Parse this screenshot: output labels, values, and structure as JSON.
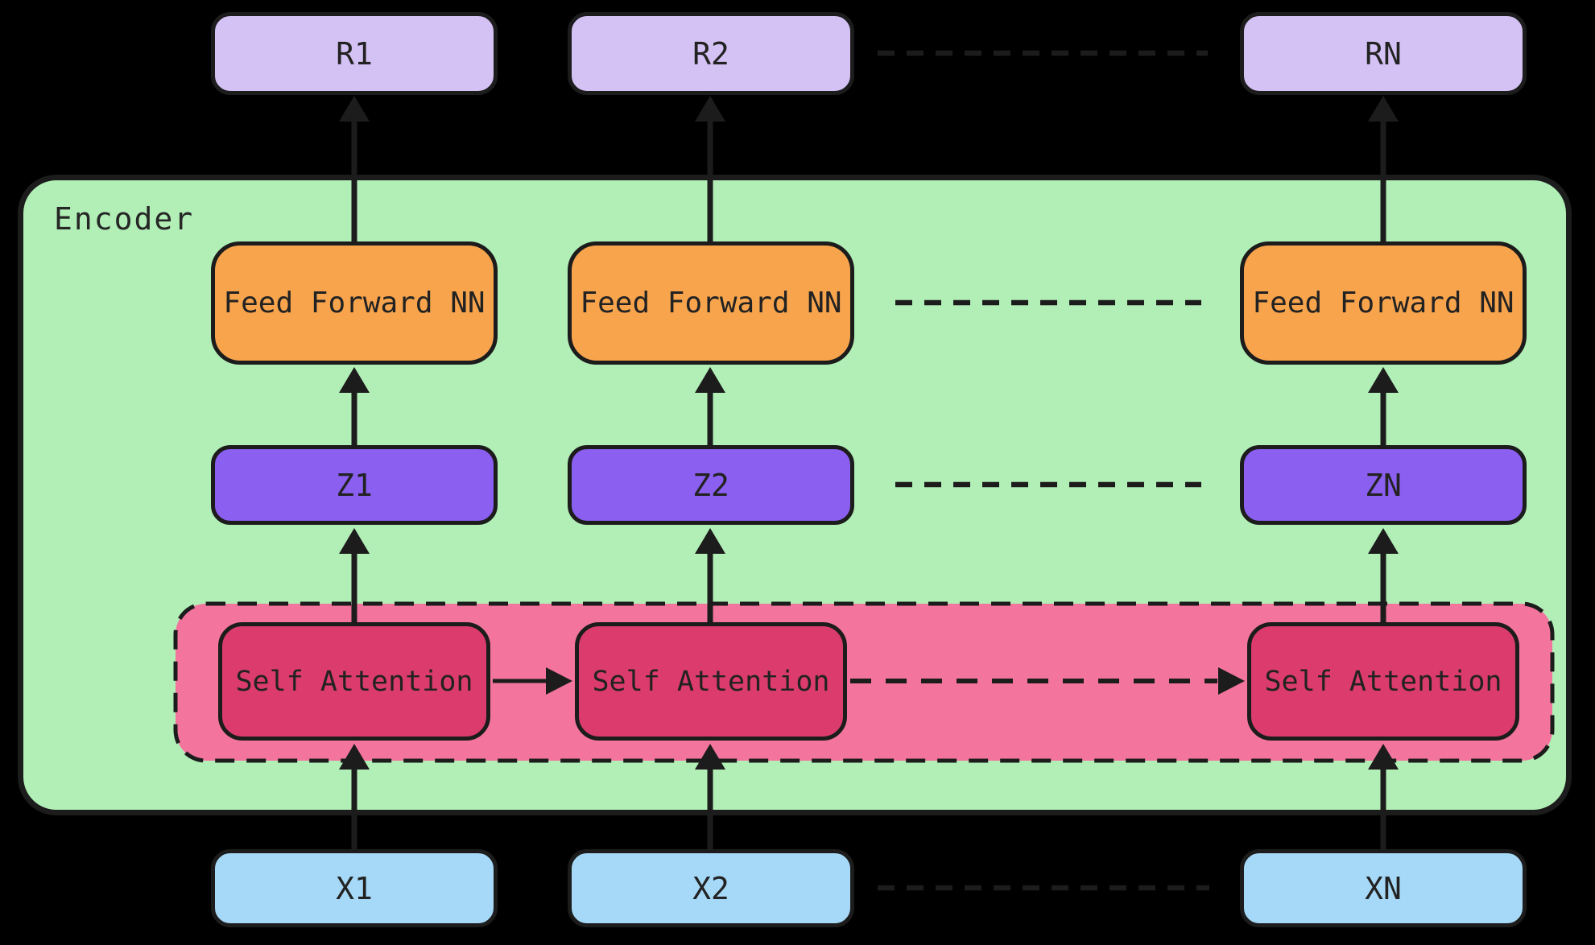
{
  "diagram": {
    "encoder_label": "Encoder",
    "columns": [
      {
        "output": "R1",
        "feed_forward": "Feed Forward NN",
        "z": "Z1",
        "self_attention": "Self Attention",
        "input": "X1"
      },
      {
        "output": "R2",
        "feed_forward": "Feed Forward NN",
        "z": "Z2",
        "self_attention": "Self Attention",
        "input": "X2"
      },
      {
        "output": "RN",
        "feed_forward": "Feed Forward NN",
        "z": "ZN",
        "self_attention": "Self Attention",
        "input": "XN"
      }
    ],
    "colors": {
      "background": "#000000",
      "stroke": "#1C1C1C",
      "encoder_fill": "#B1EFB6",
      "attention_group_fill": "#F3759E",
      "output_fill": "#D5C2F5",
      "feed_forward_fill": "#F7A44D",
      "z_fill": "#8B5FF0",
      "self_attention_fill": "#DB3C6D",
      "input_fill": "#A6D9F7"
    }
  }
}
